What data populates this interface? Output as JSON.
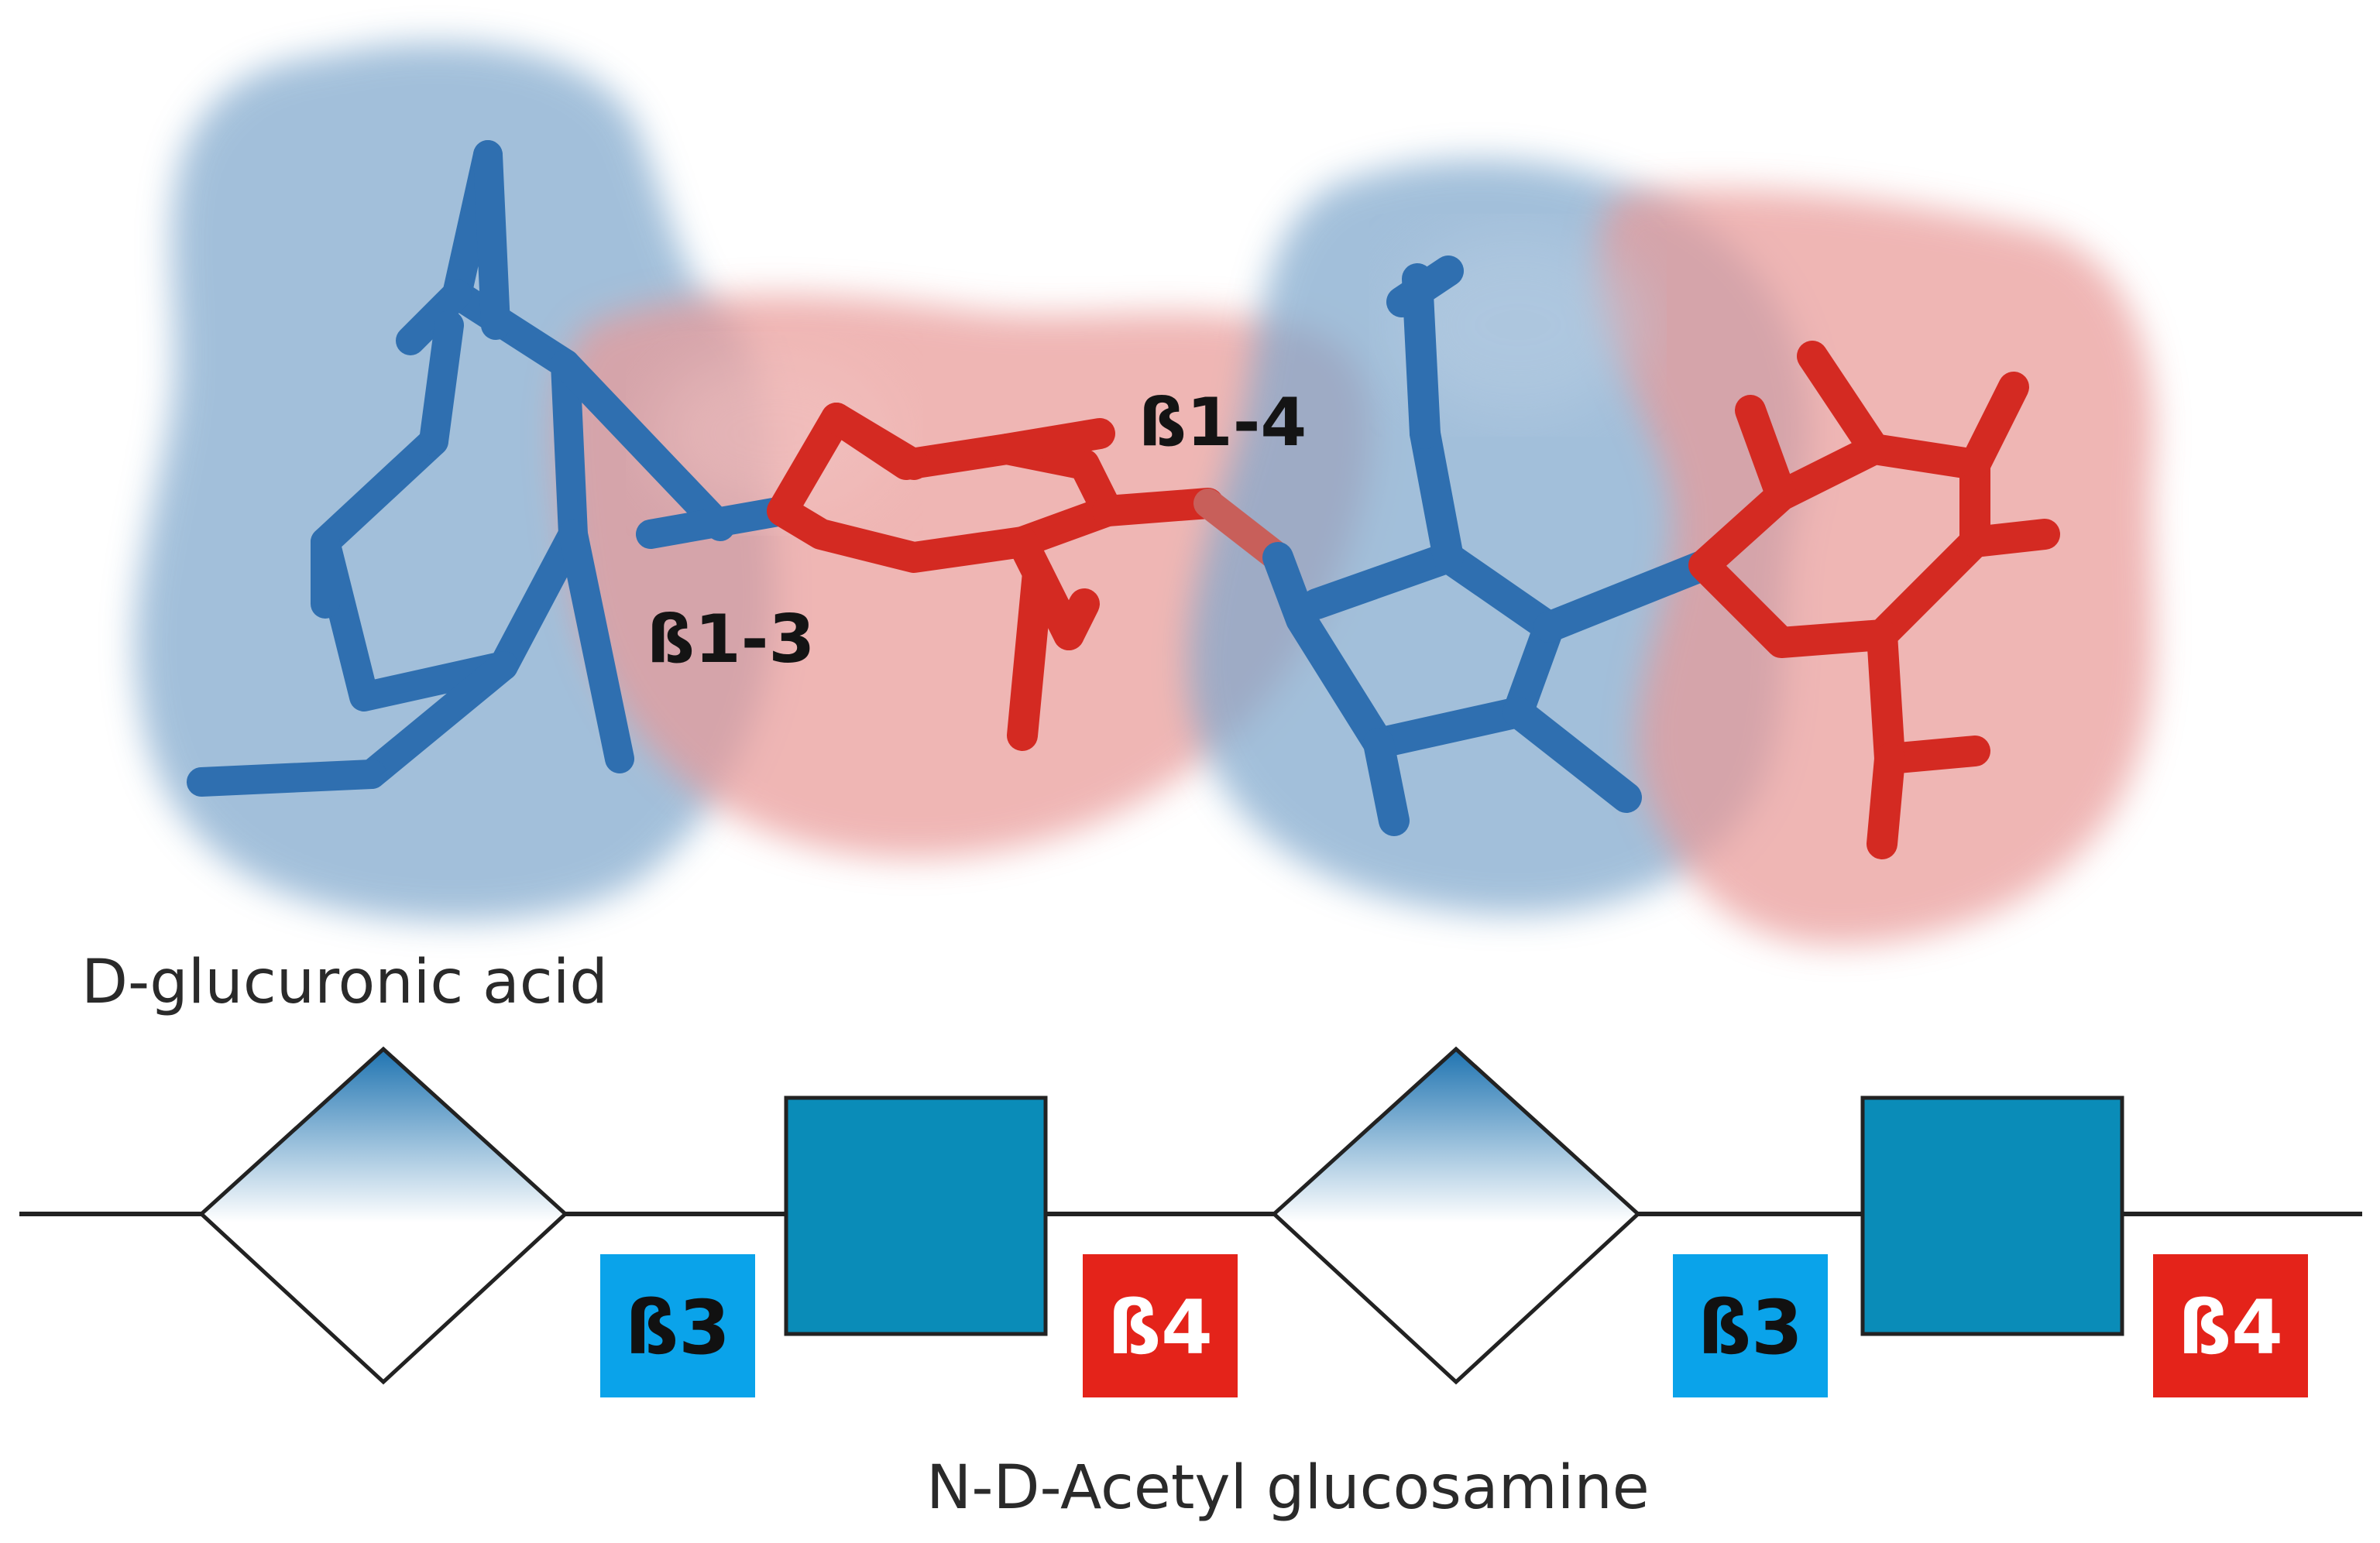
{
  "molecule": {
    "linkage_labels": {
      "b13": "ß1-3",
      "b14": "ß1-4"
    },
    "glucuronic_acid_label": "D-glucuronic acid",
    "residue_colors": {
      "glucuronic_acid": "#2f6fb0",
      "glucosamine": "#d42a22"
    },
    "surface_colors": {
      "blue_region": "#7fa7cc",
      "red_region": "#e99a98"
    }
  },
  "schematic": {
    "units": [
      {
        "shape": "diamond",
        "meaning": "D-glucuronic acid"
      },
      {
        "linkage": "ß3",
        "color": "#0aa3ea"
      },
      {
        "shape": "square",
        "meaning": "N-D-Acetyl glucosamine"
      },
      {
        "linkage": "ß4",
        "color": "#e4231a"
      },
      {
        "shape": "diamond",
        "meaning": "D-glucuronic acid"
      },
      {
        "linkage": "ß3",
        "color": "#0aa3ea"
      },
      {
        "shape": "square",
        "meaning": "N-D-Acetyl glucosamine"
      },
      {
        "linkage": "ß4",
        "color": "#e4231a"
      }
    ],
    "badges": [
      "ß3",
      "ß4",
      "ß3",
      "ß4"
    ],
    "glucosamine_label": "N-D-Acetyl glucosamine",
    "square_color": "#0a8cb8",
    "diamond_top_color": "#1f74b1"
  }
}
